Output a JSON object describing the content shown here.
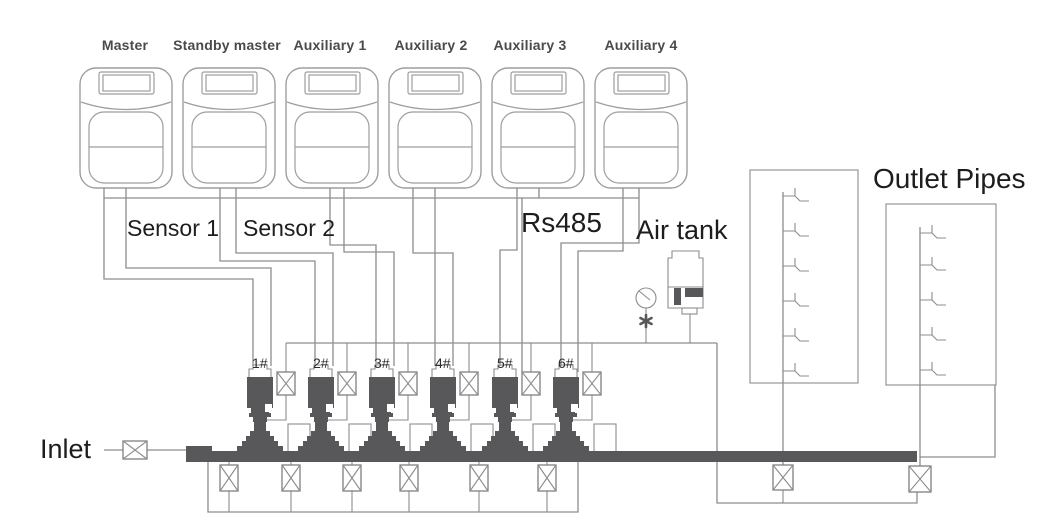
{
  "diagram": {
    "title_note": "water booster pump set wiring and piping schematic",
    "controllers": [
      {
        "label": "Master"
      },
      {
        "label": "Standby master"
      },
      {
        "label": "Auxiliary 1"
      },
      {
        "label": "Auxiliary 2"
      },
      {
        "label": "Auxiliary 3"
      },
      {
        "label": "Auxiliary 4"
      }
    ],
    "pumps": [
      {
        "label": "1#"
      },
      {
        "label": "2#"
      },
      {
        "label": "3#"
      },
      {
        "label": "4#"
      },
      {
        "label": "5#"
      },
      {
        "label": "6#"
      }
    ],
    "labels": {
      "sensor1": "Sensor 1",
      "sensor2": "Sensor 2",
      "rs485": "Rs485",
      "air_tank": "Air tank",
      "outlet_pipes": "Outlet Pipes",
      "inlet": "Inlet"
    },
    "colors": {
      "line_gray": "#8d8d8d",
      "controller_outline": "#9e9e9e",
      "equipment_dark": "#58585a",
      "text": "#1d1d1d"
    }
  }
}
